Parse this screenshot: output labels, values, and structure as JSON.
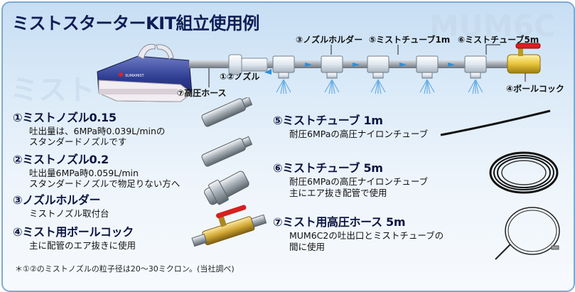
{
  "title": "ミストスターターKIT組立使用例",
  "diagram": {
    "label_nozzle_holder": "③ノズルホルダー",
    "label_tube_1m": "⑤ミストチューブ1m",
    "label_tube_5m": "⑥ミストチューブ5m",
    "label_nozzle": "①②ノズル",
    "label_hose": "⑦高圧ホース",
    "label_ballcock": "④ボールコック"
  },
  "items": [
    {
      "title": "①ミストノズル0.15",
      "desc": [
        "吐出量は、6MPa時0.039L/minの",
        "スタンダードノズルです"
      ]
    },
    {
      "title": "②ミストノズル0.2",
      "desc": [
        "吐出量6MPa時0.059L/min",
        "スタンダードノズルで物足りない方へ"
      ]
    },
    {
      "title": "③ノズルホルダー",
      "desc": [
        "ミストノズル取付台"
      ]
    },
    {
      "title": "④ミスト用ボールコック",
      "desc": [
        "主に配管のエア抜きに使用"
      ]
    },
    {
      "title": "⑤ミストチューブ 1m",
      "desc": [
        "耐圧6MPaの高圧ナイロンチューブ"
      ]
    },
    {
      "title": "⑥ミストチューブ 5m",
      "desc": [
        "耐圧6MPaの高圧ナイロンチューブ",
        "主にエア抜き配管で使用"
      ]
    },
    {
      "title": "⑦ミスト用高圧ホース 5m",
      "desc": [
        "MUM6C2の吐出口とミストチューブの",
        "間に使用"
      ]
    }
  ],
  "footnote": "＊①②のミストノズルの粒子径は20〜30ミクロン。(当社調べ)"
}
